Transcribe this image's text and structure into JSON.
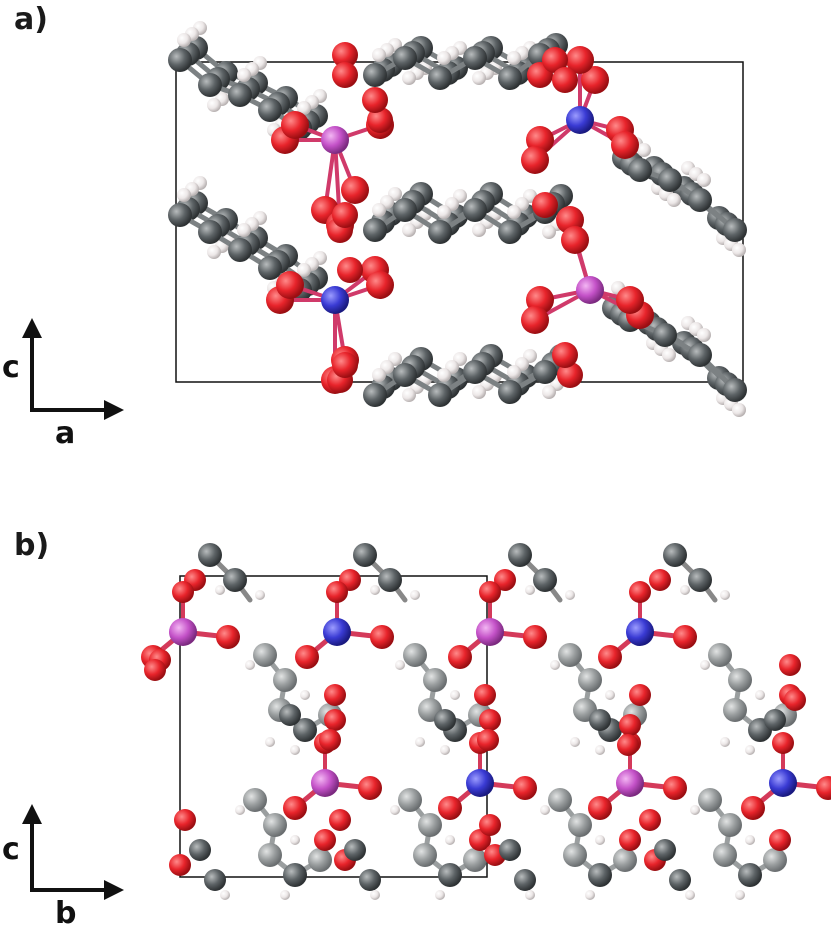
{
  "panels": [
    {
      "label": "a)",
      "axes": {
        "vertical": "c",
        "horizontal": "a"
      }
    },
    {
      "label": "b)",
      "axes": {
        "vertical": "c",
        "horizontal": "b"
      }
    }
  ],
  "colors": {
    "oxygen": "#e8242b",
    "carbon": "#5d6366",
    "carbon_light": "#9a9e9f",
    "hydrogen": "#e9e4e4",
    "metal_blue": "#3a3bd4",
    "metal_magenta": "#c452c8",
    "cell": "#111111"
  }
}
